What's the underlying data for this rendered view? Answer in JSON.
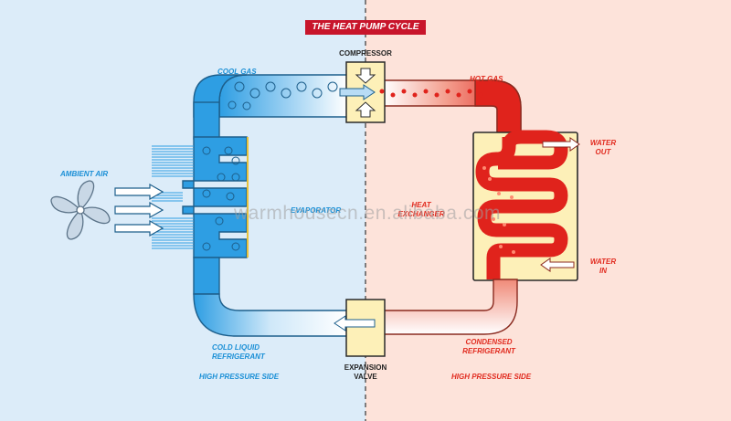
{
  "title": "THE HEAT PUMP CYCLE",
  "labels": {
    "compressor": "COMPRESSOR",
    "cool_gas": "COOL GAS",
    "hot_gas": "HOT GAS",
    "ambient_air": "AMBIENT AIR",
    "evaporator": "EVAPORATOR",
    "heat_exchanger": "HEAT\nEXCHANGER",
    "water_out": "WATER\nOUT",
    "water_in": "WATER\nIN",
    "cold_liquid_refrigerant": "COLD LIQUID\nREFRIGERANT",
    "condensed_refrigerant": "CONDENSED\nREFRIGERANT",
    "high_pressure_side_left": "HIGH PRESSURE SIDE",
    "high_pressure_side_right": "HIGH PRESSURE SIDE",
    "expansion_valve": "EXPANSION\nVALVE"
  },
  "watermark": "warmhousecn.en.alibaba.com",
  "colors": {
    "cold_side_background": "#dcecf9",
    "hot_side_background": "#fde3da",
    "cold_pipe": "#2e9ee3",
    "hot_pipe": "#e0231c",
    "title_background": "#c8152b",
    "component_fill": "#fdf0b8"
  },
  "icons": {
    "fan": "fan-icon",
    "compressor_arrows": "up-down-arrows-icon",
    "flow_arrows": "flow-arrow-icon"
  }
}
